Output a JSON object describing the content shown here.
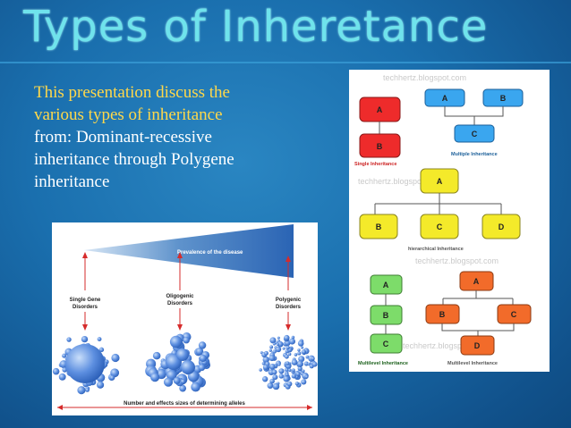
{
  "slide": {
    "title": "Types of Inheretance",
    "intro_lines": [
      "This presentation discuss the",
      "various types of inheritance",
      "from:  Dominant-recessive",
      "inheritance through Polygene",
      "inheritance"
    ],
    "colors": {
      "title": "#6fe3ec",
      "lead_text": "#ffd84a",
      "body_text": "#ffffff",
      "background": "#1a6fae"
    }
  },
  "left_figure": {
    "prevalence_label": "Prevalence of the disease",
    "categories": [
      {
        "label_line1": "Single Gene",
        "label_line2": "Disorders"
      },
      {
        "label_line1": "Oligogenic",
        "label_line2": "Disorders"
      },
      {
        "label_line1": "Polygenic",
        "label_line2": "Disorders"
      }
    ],
    "bottom_label": "Number and effects sizes of determining alleles"
  },
  "right_figure": {
    "watermark": "techhertz.blogspot.com",
    "single": {
      "top": "A",
      "bottom": "B",
      "caption": "Single Inheritance"
    },
    "multiple": {
      "parent1": "A",
      "parent2": "B",
      "child": "C",
      "caption": "Multiple Inheritance"
    },
    "hierarchical": {
      "root": "A",
      "children": [
        "B",
        "C",
        "D"
      ],
      "caption": "hierarchical Inheritance"
    },
    "multilevel": {
      "nodes": [
        "A",
        "B",
        "C"
      ],
      "caption": "Multilevel Inheritance"
    },
    "hybrid": {
      "top": "A",
      "left": "B",
      "right": "C",
      "bottom": "D",
      "caption": "Multilevel Inheritance"
    },
    "box_colors": {
      "red": "#ee2b2b",
      "blue": "#3aa6ef",
      "yellow": "#f4ea2a",
      "green": "#7ddc6a",
      "orange": "#f26b2a"
    }
  }
}
